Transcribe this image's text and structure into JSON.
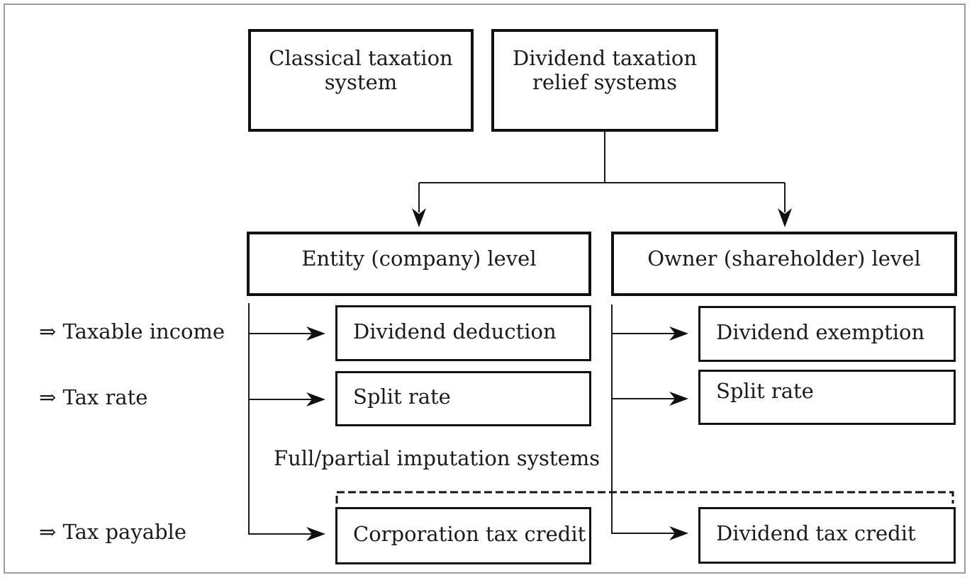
{
  "diagram": {
    "top_boxes": {
      "classical": {
        "lines": [
          "Classical taxation",
          "system"
        ]
      },
      "dividend_relief": {
        "lines": [
          "Dividend taxation",
          "relief systems"
        ]
      }
    },
    "level_boxes": {
      "entity": "Entity (company) level",
      "owner": "Owner (shareholder) level"
    },
    "row_labels": {
      "taxable_income": "⇒ Taxable income",
      "tax_rate": "⇒ Tax rate",
      "tax_payable": "⇒ Tax payable"
    },
    "entity_branch": {
      "taxable_income": "Dividend deduction",
      "tax_rate": "Split rate",
      "tax_payable": "Corporation tax credit"
    },
    "owner_branch": {
      "taxable_income": "Dividend exemption",
      "tax_rate": "Split rate",
      "tax_payable": "Dividend tax credit"
    },
    "note": "Full/partial imputation systems",
    "colors": {
      "line": "#1a1a1a",
      "box_border": "#111111",
      "frame_border": "#9c9c9c",
      "background": "#ffffff",
      "text": "#1b1b1b"
    }
  }
}
